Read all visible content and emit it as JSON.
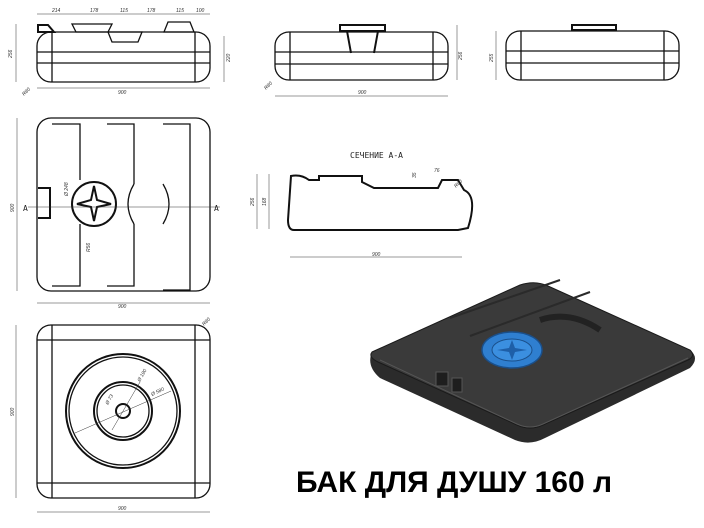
{
  "title": "БАК ДЛЯ ДУШУ 160 л",
  "views": {
    "front": {
      "dims": [
        "214",
        "178",
        "115",
        "178",
        "115",
        "100",
        "256",
        "220",
        "R80",
        "900"
      ]
    },
    "side": {
      "dims": [
        "R80",
        "900",
        "256"
      ]
    },
    "back": {
      "dims": [
        "255"
      ]
    },
    "section": {
      "label": "СЕЧЕНИЕ А-А",
      "dims": [
        "256",
        "168",
        "35",
        "76",
        "R80",
        "900"
      ]
    },
    "plan": {
      "dims": [
        "Ø 248",
        "R56",
        "A",
        "A",
        "900",
        "900"
      ]
    },
    "bottom": {
      "dims": [
        "R80",
        "Ø 190",
        "Ø 580",
        "Ø 73",
        "900",
        "900"
      ]
    }
  },
  "colors": {
    "tank_body": "#2b2b2b",
    "lid": "#2f7fd0",
    "line": "#111111"
  }
}
